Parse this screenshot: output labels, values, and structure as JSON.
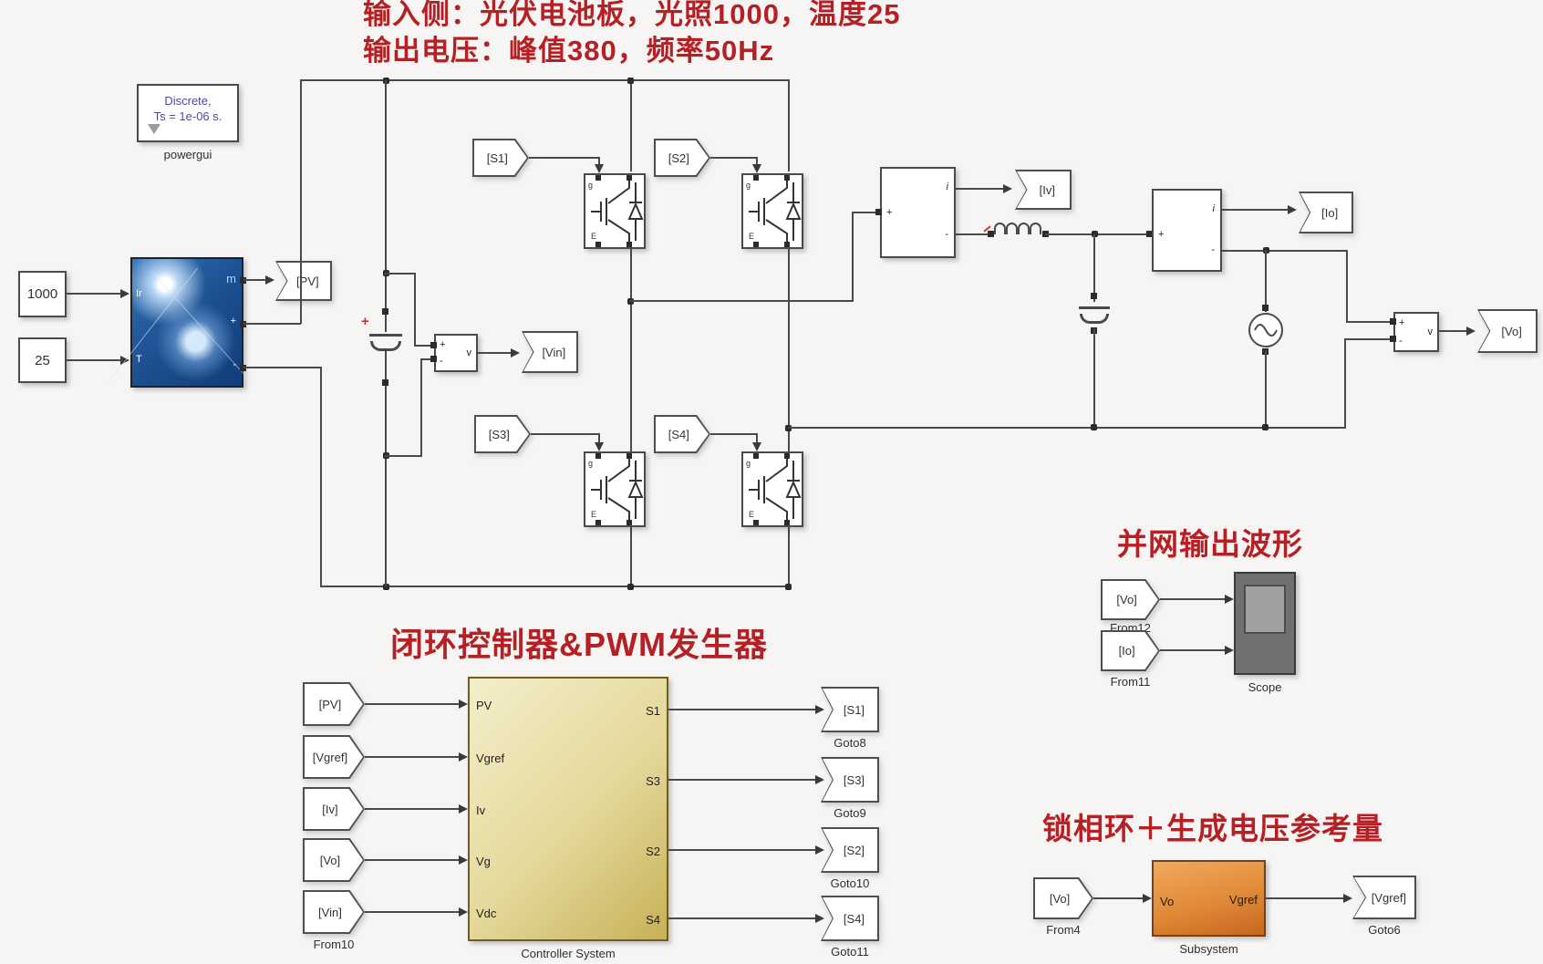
{
  "colors": {
    "annotation_red": "#b52025",
    "wire": "#4a4a4a",
    "controller_grad_top": "#f4eecb",
    "controller_grad_bottom": "#c7b157",
    "subsystem_grad_top": "#f2a95d",
    "subsystem_grad_bottom": "#c7661d",
    "powergui_text": "#5048a0",
    "pv_panel_blue": "#1c4e8e",
    "scope_body": "#707070",
    "scope_screen": "#a0a0a0"
  },
  "annotations": {
    "line1": "输入侧：光伏电池板，光照1000，温度25",
    "line2": "输出电压：峰值380，频率50Hz",
    "controller_title": "闭环控制器&PWM发生器",
    "scope_title": "并网输出波形",
    "pll_title": "锁相环＋生成电压参考量"
  },
  "powergui": {
    "line1": "Discrete,",
    "line2": "Ts = 1e-06 s.",
    "label": "powergui"
  },
  "constants": {
    "irradiance": "1000",
    "temperature": "25"
  },
  "pv_ports": {
    "ir": "Ir",
    "t": "T",
    "m": "m",
    "plus": "+",
    "minus": "-"
  },
  "ports": {
    "plus": "+",
    "minus": "-",
    "i": "i",
    "v": "v"
  },
  "igbt_ports": {
    "g": "g",
    "e": "E"
  },
  "bridge_tags": {
    "s1": "[S1]",
    "s2": "[S2]",
    "s3": "[S3]",
    "s4": "[S4]"
  },
  "signal_tags": {
    "pv": "[PV]",
    "iv": "[Iv]",
    "io": "[Io]",
    "vin": "[Vin]",
    "vo": "[Vo]"
  },
  "controller": {
    "label": "Controller System",
    "inputs": [
      "PV",
      "Vgref",
      "Iv",
      "Vg",
      "Vdc"
    ],
    "outputs": [
      "S1",
      "S3",
      "S2",
      "S4"
    ],
    "from_tags": [
      {
        "label": "[PV]"
      },
      {
        "label": "[Vgref]"
      },
      {
        "label": "[Iv]"
      },
      {
        "label": "[Vo]"
      },
      {
        "label": "[Vin]",
        "sublabel": "From10"
      }
    ],
    "goto_tags": [
      {
        "label": "[S1]",
        "sublabel": "Goto8"
      },
      {
        "label": "[S3]",
        "sublabel": "Goto9"
      },
      {
        "label": "[S2]",
        "sublabel": "Goto10"
      },
      {
        "label": "[S4]",
        "sublabel": "Goto11"
      }
    ]
  },
  "scope_section": {
    "scope_label": "Scope",
    "from_tags": [
      {
        "label": "[Vo]",
        "sublabel": "From12"
      },
      {
        "label": "[Io]",
        "sublabel": "From11"
      }
    ]
  },
  "pll_section": {
    "from_tag": {
      "label": "[Vo]",
      "sublabel": "From4"
    },
    "subsystem": {
      "label": "Subsystem",
      "in": "Vo",
      "out": "Vgref"
    },
    "goto_tag": {
      "label": "[Vgref]",
      "sublabel": "Goto6"
    }
  }
}
